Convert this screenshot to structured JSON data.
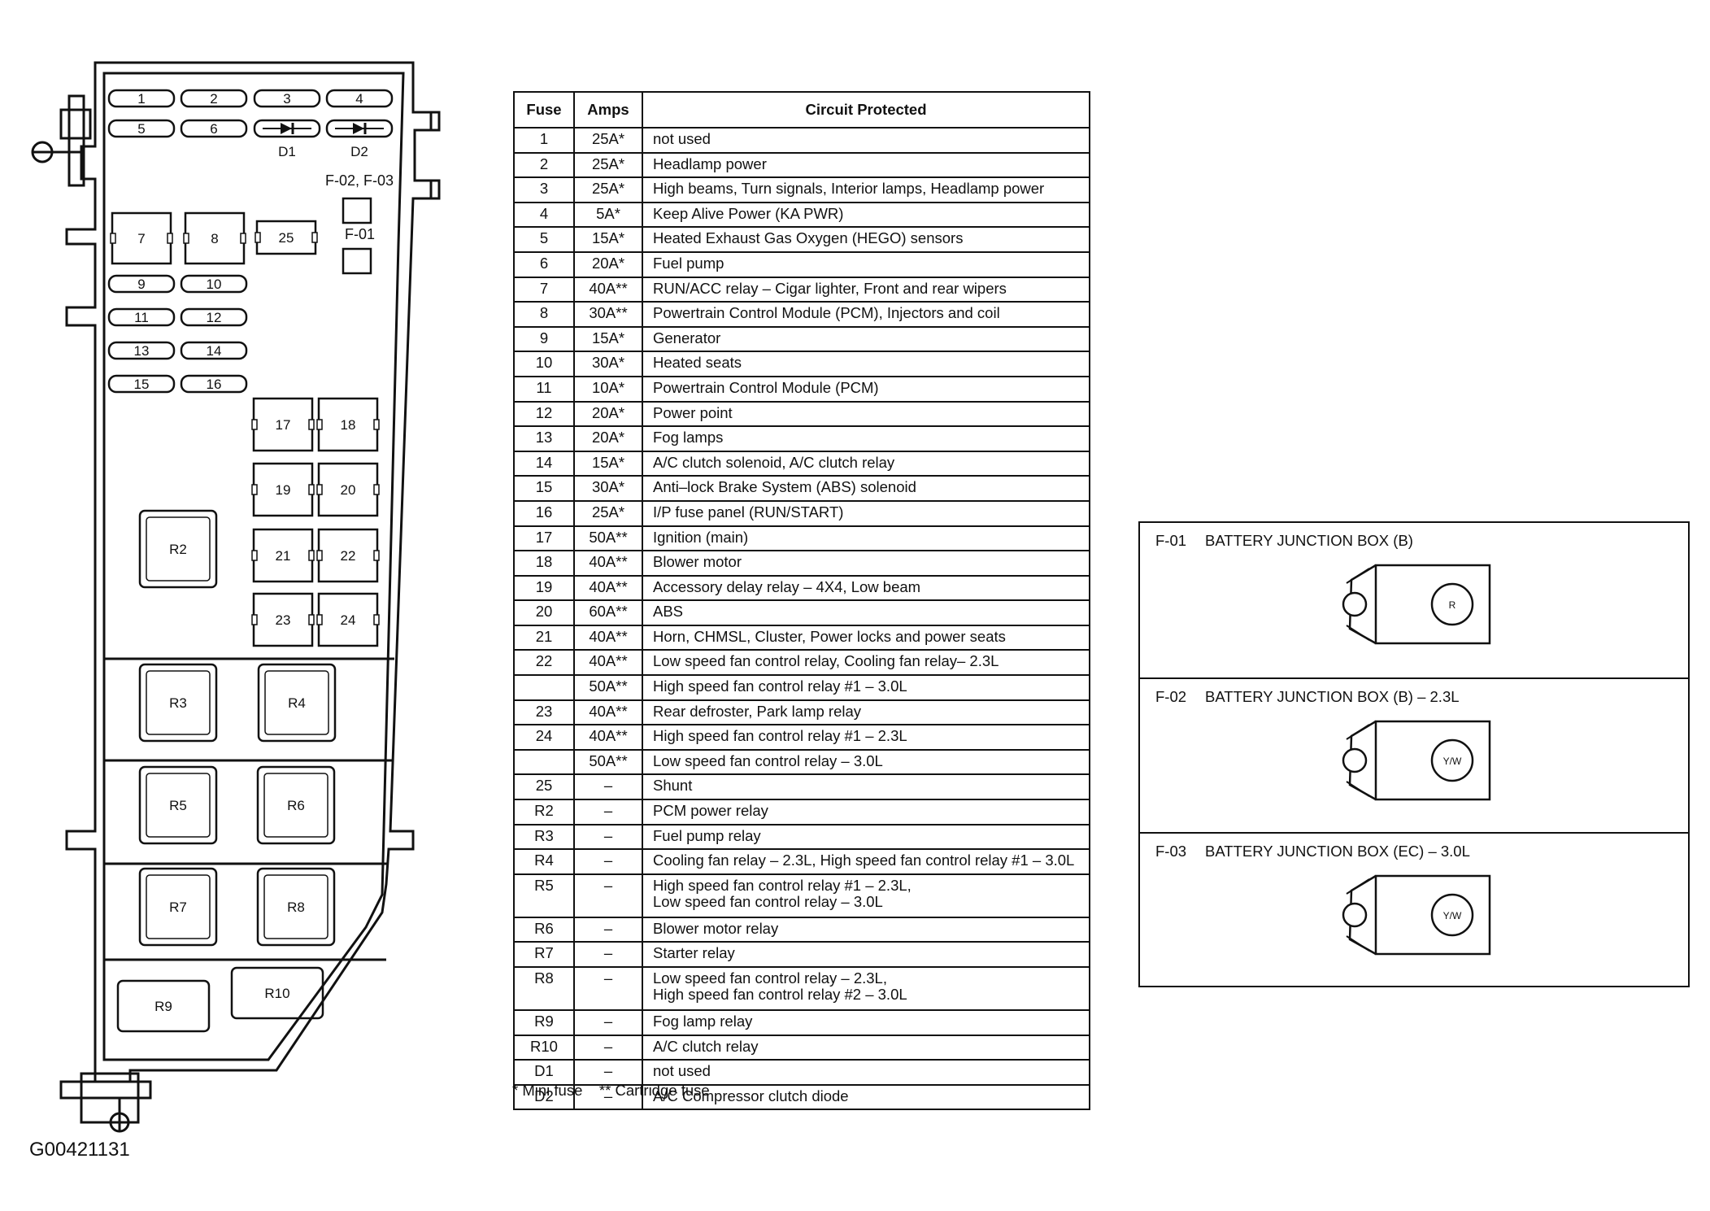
{
  "fuse_box": {
    "fuses": [
      "1",
      "2",
      "3",
      "4",
      "5",
      "6",
      "9",
      "10",
      "11",
      "12",
      "13",
      "14",
      "15",
      "16"
    ],
    "diodes": [
      "D1",
      "D2"
    ],
    "cartridges": [
      "7",
      "8",
      "25",
      "17",
      "18",
      "19",
      "20",
      "21",
      "22",
      "23",
      "24"
    ],
    "relays": [
      "R2",
      "R3",
      "R4",
      "R5",
      "R6",
      "R7",
      "R8",
      "R9",
      "R10"
    ],
    "connector_labels": {
      "f0203": "F-02, F-03",
      "f01": "F-01"
    }
  },
  "table": {
    "headers": {
      "fuse": "Fuse",
      "amps": "Amps",
      "circuit": "Circuit Protected"
    },
    "rows": [
      {
        "fuse": "1",
        "amps": "25A*",
        "circuit": "not used"
      },
      {
        "fuse": "2",
        "amps": "25A*",
        "circuit": "Headlamp power"
      },
      {
        "fuse": "3",
        "amps": "25A*",
        "circuit": "High beams, Turn signals, Interior lamps, Headlamp power"
      },
      {
        "fuse": "4",
        "amps": "5A*",
        "circuit": "Keep Alive Power (KA PWR)"
      },
      {
        "fuse": "5",
        "amps": "15A*",
        "circuit": "Heated Exhaust Gas Oxygen (HEGO) sensors"
      },
      {
        "fuse": "6",
        "amps": "20A*",
        "circuit": "Fuel pump"
      },
      {
        "fuse": "7",
        "amps": "40A**",
        "circuit": "RUN/ACC relay – Cigar lighter, Front and rear wipers"
      },
      {
        "fuse": "8",
        "amps": "30A**",
        "circuit": "Powertrain Control Module (PCM), Injectors and coil"
      },
      {
        "fuse": "9",
        "amps": "15A*",
        "circuit": "Generator"
      },
      {
        "fuse": "10",
        "amps": "30A*",
        "circuit": "Heated seats"
      },
      {
        "fuse": "11",
        "amps": "10A*",
        "circuit": "Powertrain Control Module (PCM)"
      },
      {
        "fuse": "12",
        "amps": "20A*",
        "circuit": "Power point"
      },
      {
        "fuse": "13",
        "amps": "20A*",
        "circuit": "Fog lamps"
      },
      {
        "fuse": "14",
        "amps": "15A*",
        "circuit": "A/C clutch solenoid, A/C clutch relay"
      },
      {
        "fuse": "15",
        "amps": "30A*",
        "circuit": "Anti–lock Brake System (ABS) solenoid"
      },
      {
        "fuse": "16",
        "amps": "25A*",
        "circuit": "I/P fuse panel (RUN/START)"
      },
      {
        "fuse": "17",
        "amps": "50A**",
        "circuit": "Ignition (main)"
      },
      {
        "fuse": "18",
        "amps": "40A**",
        "circuit": "Blower motor"
      },
      {
        "fuse": "19",
        "amps": "40A**",
        "circuit": "Accessory delay relay – 4X4, Low beam"
      },
      {
        "fuse": "20",
        "amps": "60A**",
        "circuit": "ABS"
      },
      {
        "fuse": "21",
        "amps": "40A**",
        "circuit": "Horn, CHMSL, Cluster, Power locks and power seats"
      },
      {
        "fuse": "22",
        "amps": "40A**",
        "circuit": "Low speed fan control relay, Cooling fan relay– 2.3L"
      },
      {
        "fuse": "",
        "amps": "50A**",
        "circuit": "High speed fan control relay #1 – 3.0L"
      },
      {
        "fuse": "23",
        "amps": "40A**",
        "circuit": "Rear defroster, Park lamp relay"
      },
      {
        "fuse": "24",
        "amps": "40A**",
        "circuit": "High speed fan control relay #1 – 2.3L"
      },
      {
        "fuse": "",
        "amps": "50A**",
        "circuit": "Low speed fan control relay – 3.0L"
      },
      {
        "fuse": "25",
        "amps": "–",
        "circuit": "Shunt"
      },
      {
        "fuse": "R2",
        "amps": "–",
        "circuit": "PCM power relay"
      },
      {
        "fuse": "R3",
        "amps": "–",
        "circuit": "Fuel pump relay"
      },
      {
        "fuse": "R4",
        "amps": "–",
        "circuit": "Cooling fan relay – 2.3L, High speed fan control relay #1 – 3.0L"
      },
      {
        "fuse": "R5",
        "amps": "–",
        "circuit": "High speed fan control relay #1 – 2.3L,",
        "circuit2": "Low speed fan control relay – 3.0L"
      },
      {
        "fuse": "R6",
        "amps": "–",
        "circuit": "Blower motor relay"
      },
      {
        "fuse": "R7",
        "amps": "–",
        "circuit": "Starter relay"
      },
      {
        "fuse": "R8",
        "amps": "–",
        "circuit": "Low speed fan control relay – 2.3L,",
        "circuit2": "High speed fan control relay #2 – 3.0L"
      },
      {
        "fuse": "R9",
        "amps": "–",
        "circuit": "Fog lamp relay"
      },
      {
        "fuse": "R10",
        "amps": "–",
        "circuit": "A/C clutch relay"
      },
      {
        "fuse": "D1",
        "amps": "–",
        "circuit": "not used"
      },
      {
        "fuse": "D2",
        "amps": "–",
        "circuit": "A/C Compressor clutch diode"
      }
    ],
    "legend": "* Mini fuse    ** Cartridge fuse"
  },
  "junction_boxes": [
    {
      "code": "F-01",
      "title": "BATTERY JUNCTION BOX (B)",
      "wire": "R"
    },
    {
      "code": "F-02",
      "title": "BATTERY JUNCTION BOX (B) – 2.3L",
      "wire": "Y/W"
    },
    {
      "code": "F-03",
      "title": "BATTERY JUNCTION BOX (EC) – 3.0L",
      "wire": "Y/W"
    }
  ],
  "figure_id": "G00421131"
}
